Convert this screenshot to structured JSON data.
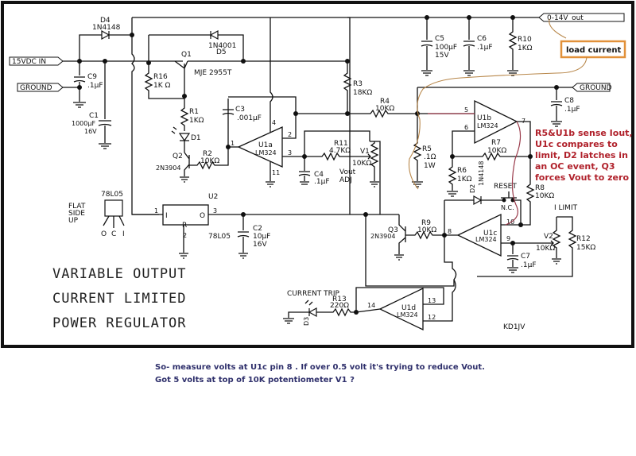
{
  "schematic": {
    "title_lines": [
      "VARIABLE OUTPUT",
      "CURRENT LIMITED",
      "POWER REGULATOR"
    ],
    "author": "KD1JV",
    "ports": {
      "vin": "15VDC IN",
      "gnd_left": "GROUND",
      "vout": "0-14V_out",
      "gnd_right": "GROUND"
    },
    "components": {
      "D4": {
        "ref": "D4",
        "value": "1N4148"
      },
      "D5": {
        "ref": "D5",
        "value": "1N4001"
      },
      "Q1": {
        "ref": "Q1",
        "value": "MJE 2955T"
      },
      "R16": {
        "ref": "R16",
        "value": "1K Ω"
      },
      "C9": {
        "ref": "C9",
        "value": ".1µF"
      },
      "C1": {
        "ref": "C1",
        "value": "1000µF",
        "rating": "16V"
      },
      "R1": {
        "ref": "R1",
        "value": "1KΩ"
      },
      "D1": {
        "ref": "D1"
      },
      "Q2": {
        "ref": "Q2",
        "value": "2N3904"
      },
      "R2": {
        "ref": "R2",
        "value": "10KΩ"
      },
      "C3": {
        "ref": "C3",
        "value": ".001µF"
      },
      "U1a": {
        "ref": "U1a",
        "value": "LM324",
        "pins": [
          "1",
          "2",
          "3",
          "4",
          "11"
        ]
      },
      "R3": {
        "ref": "R3",
        "value": "18KΩ"
      },
      "R4": {
        "ref": "R4",
        "value": "10KΩ"
      },
      "R11": {
        "ref": "R11",
        "value": "4.7KΩ"
      },
      "V1": {
        "ref": "V1",
        "value": "10KΩ",
        "label": "Vout ADJ"
      },
      "C4": {
        "ref": "C4",
        "value": ".1µF"
      },
      "C5": {
        "ref": "C5",
        "value": "100µF",
        "rating": "15V"
      },
      "C6": {
        "ref": "C6",
        "value": ".1µF"
      },
      "R10": {
        "ref": "R10",
        "value": "1KΩ"
      },
      "C8": {
        "ref": "C8",
        "value": ".1µF"
      },
      "U1b": {
        "ref": "U1b",
        "value": "LM324",
        "pins": [
          "5",
          "6",
          "7"
        ]
      },
      "R5": {
        "ref": "R5",
        "value": ".1Ω",
        "rating": "1W"
      },
      "R6": {
        "ref": "R6",
        "value": "1KΩ"
      },
      "R7": {
        "ref": "R7",
        "value": "10KΩ"
      },
      "D2": {
        "ref": "D2",
        "value": "1N4148"
      },
      "RESET": {
        "ref": "RESET",
        "value": "N.C."
      },
      "R8": {
        "ref": "R8",
        "value": "10KΩ"
      },
      "U1c": {
        "ref": "U1c",
        "value": "LM324",
        "pins": [
          "8",
          "9",
          "10"
        ]
      },
      "Q3": {
        "ref": "Q3",
        "value": "2N3904"
      },
      "R9": {
        "ref": "R9",
        "value": "10KΩ"
      },
      "C7": {
        "ref": "C7",
        "value": ".1µF"
      },
      "V2": {
        "ref": "V2",
        "value": "10KΩ"
      },
      "R12": {
        "ref": "R12",
        "value": "15KΩ"
      },
      "ILIMIT": {
        "label": "I LIMIT"
      },
      "U2": {
        "ref": "U2",
        "value": "78L05",
        "pins": [
          "1",
          "2",
          "3"
        ],
        "pin_letters": [
          "I",
          "R",
          "O"
        ]
      },
      "C2": {
        "ref": "C2",
        "value": "10µF",
        "rating": "16V"
      },
      "U1d": {
        "ref": "U1d",
        "value": "LM324",
        "pins": [
          "12",
          "13",
          "14"
        ]
      },
      "R13": {
        "ref": "R13",
        "value": "220Ω"
      },
      "D3": {
        "ref": "D3",
        "label": "CURRENT TRIP"
      },
      "pkg": {
        "name": "78L05",
        "note_lines": [
          "FLAT",
          "SIDE",
          "UP"
        ],
        "pins": [
          "O",
          "C",
          "I"
        ]
      }
    },
    "annotations": {
      "load_current": "load current",
      "note_lines": [
        "R5&U1b sense Iout,",
        "U1c compares to",
        "limit, D2 latches in",
        "an OC event, Q3",
        "forces Vout to zero"
      ]
    }
  },
  "caption": {
    "line1": "So- measure volts at U1c pin 8 . If over 0.5 volt it's trying to reduce Vout.",
    "line2": "Got 5 volts at top of 10K potentiometer V1 ?"
  },
  "colors": {
    "annotation_red": "#b0212b",
    "load_box": "#e2913a",
    "caption": "#2e2f6b"
  }
}
